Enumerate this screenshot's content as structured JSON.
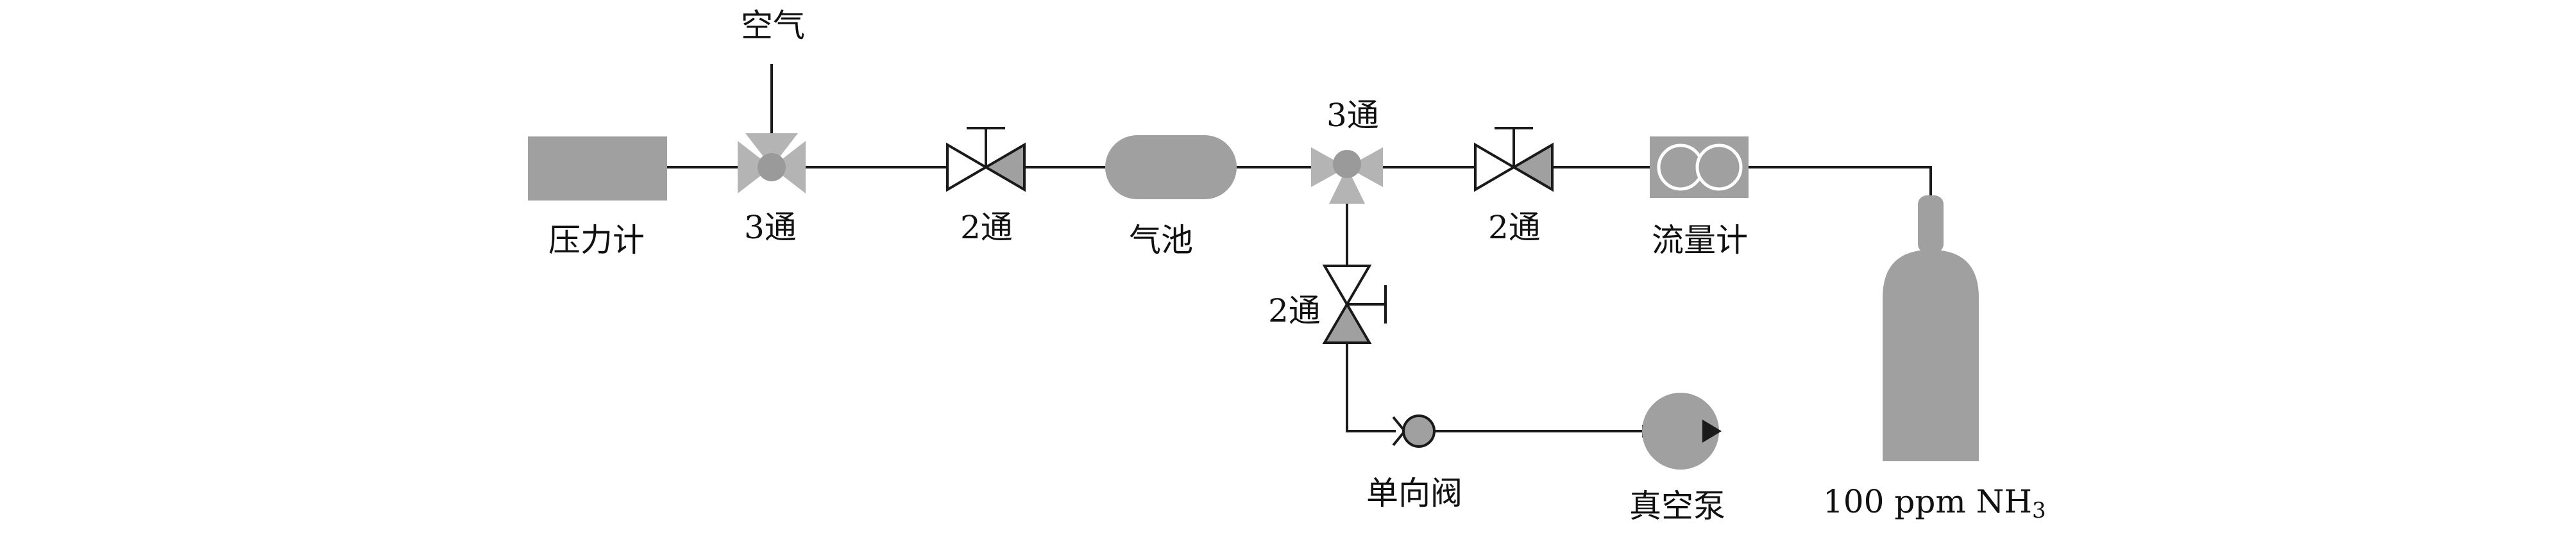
{
  "labels": {
    "air": "空气",
    "pressure_gauge": "压力计",
    "three_way_left": "3通",
    "two_way_left": "2通",
    "gas_cell": "气池",
    "three_way_mid": "3通",
    "two_way_right": "2通",
    "flowmeter": "流量计",
    "two_way_vertical": "2通",
    "check_valve": "单向阀",
    "vacuum_pump": "真空泵",
    "cylinder_main": "100 ppm NH",
    "cylinder_sub": "3"
  },
  "colors": {
    "component_gray": "#a0a0a0",
    "valve_gray": "#b4b4b4",
    "line": "#1a1a1a",
    "text": "#111111"
  }
}
